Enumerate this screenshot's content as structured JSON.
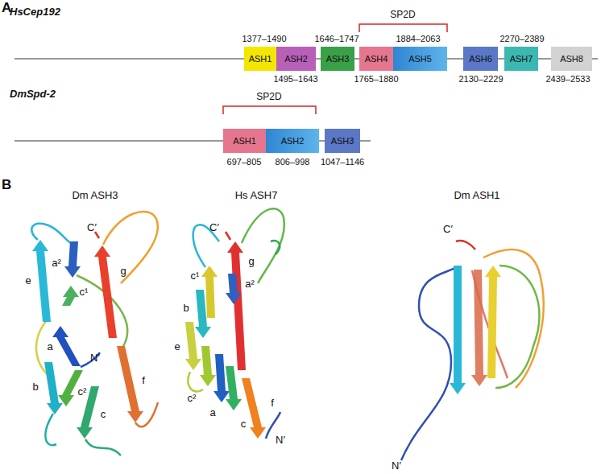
{
  "diagram": {
    "nodes": [
      {
        "text": [
          "ASH1"
        ]
      },
      {
        "text": [
          "ASH2"
        ]
      },
      {
        "text": [
          "ASH3"
        ]
      },
      {
        "text": [
          "ASH4"
        ]
      },
      {
        "text": [
          "ASH5"
        ]
      },
      {
        "text": [
          "ASH6"
        ]
      },
      {
        "text": [
          "ASH7"
        ]
      },
      {
        "text": [
          "ASH8"
        ]
      },
      {
        "text": [
          "ASH1"
        ]
      },
      {
        "text": [
          "ASH2"
        ]
      },
      {
        "text": [
          "ASH3"
        ]
      }
    ],
    "labels": [
      "A",
      "HsCep192",
      "SP2D",
      "1377–1490",
      "1646–1747",
      "1884–2063",
      "2270–2389",
      "1495–1643",
      "1765–1880",
      "2130–2229",
      "2439–2533",
      "DmSpd-2",
      "SP2D",
      "697–805",
      "806–998",
      "1047–1146",
      "B",
      "Dm ASH3",
      "Hs ASH7",
      "Dm ASH1",
      "C′",
      "g",
      "a²",
      "e",
      "c¹",
      "N′",
      "a",
      "b",
      "c²",
      "c",
      "f",
      "C′",
      "g",
      "c¹",
      "a²",
      "b",
      "e",
      "c²",
      "a",
      "c",
      "f",
      "N′",
      "C′",
      "N′"
    ]
  }
}
